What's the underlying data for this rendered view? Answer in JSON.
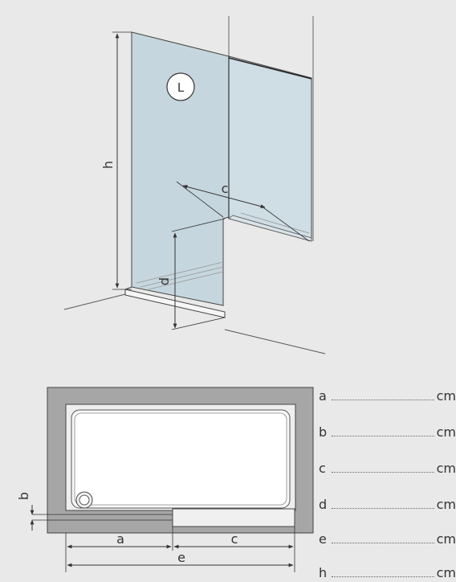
{
  "diagram": {
    "hinge_badge": "L",
    "labels": {
      "h": "h",
      "c": "c",
      "d": "d",
      "a": "a",
      "b": "b",
      "e": "e"
    }
  },
  "measurements": [
    {
      "letter": "a",
      "unit": "cm"
    },
    {
      "letter": "b",
      "unit": "cm"
    },
    {
      "letter": "c",
      "unit": "cm"
    },
    {
      "letter": "d",
      "unit": "cm"
    },
    {
      "letter": "e",
      "unit": "cm"
    },
    {
      "letter": "h",
      "unit": "cm"
    }
  ],
  "colors": {
    "glass": "#c6d6de",
    "wall": "#a6a6a6",
    "tray": "#f6f6f6",
    "line": "#333333"
  }
}
